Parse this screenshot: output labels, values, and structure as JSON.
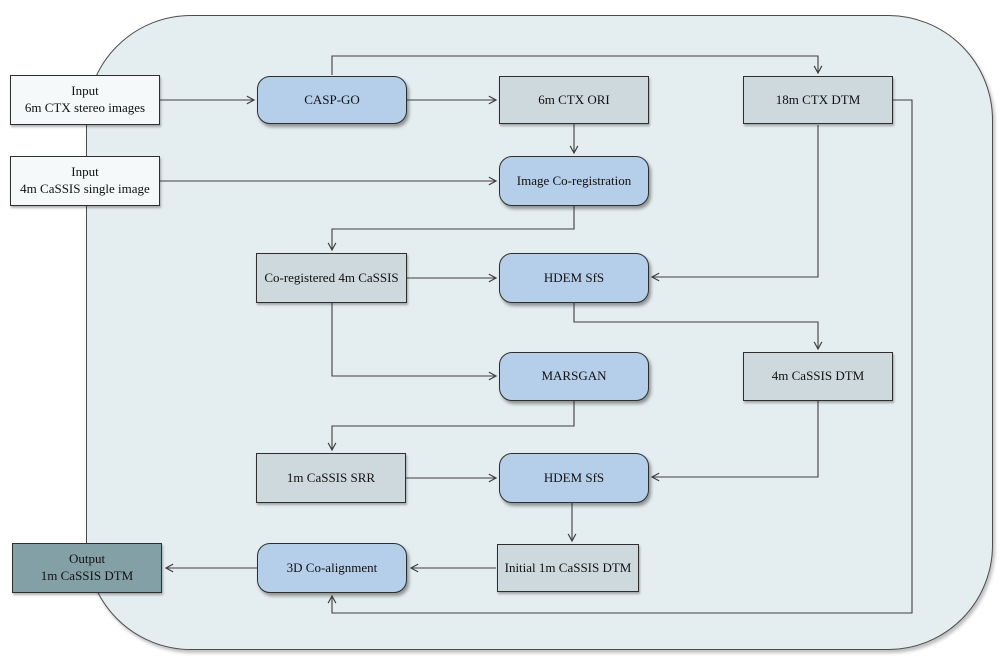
{
  "diagram": {
    "type": "flowchart",
    "description": "CaSSIS 1m DTM production pipeline",
    "colors": {
      "canvas_background": "#ffffff",
      "boundary_fill": "#e4edf0",
      "input_fill": "#f5f9f9",
      "data_fill": "#cdd9dd",
      "process_fill": "#b5cee9",
      "output_fill": "#84a0a7",
      "border": "#2e2e2e",
      "arrow": "#3f3f3f"
    },
    "nodes": [
      {
        "id": "input-ctx-stereo",
        "type": "input",
        "lines": [
          "Input",
          "6m CTX stereo images"
        ]
      },
      {
        "id": "casp-go",
        "type": "process",
        "label": "CASP-GO"
      },
      {
        "id": "ctx-ori-6m",
        "type": "data",
        "label": "6m CTX ORI"
      },
      {
        "id": "ctx-dtm-18m",
        "type": "data",
        "label": "18m CTX DTM"
      },
      {
        "id": "input-cassis-single",
        "type": "input",
        "lines": [
          "Input",
          "4m CaSSIS single image"
        ]
      },
      {
        "id": "image-co-registration",
        "type": "process",
        "label": "Image Co-registration"
      },
      {
        "id": "co-registered-cassis",
        "type": "data",
        "label": "Co-registered 4m CaSSIS"
      },
      {
        "id": "hdem-sfs-1",
        "type": "process",
        "label": "HDEM SfS"
      },
      {
        "id": "marsgan",
        "type": "process",
        "label": "MARSGAN"
      },
      {
        "id": "cassis-dtm-4m",
        "type": "data",
        "label": "4m CaSSIS DTM"
      },
      {
        "id": "cassis-srr-1m",
        "type": "data",
        "label": "1m CaSSIS SRR"
      },
      {
        "id": "hdem-sfs-2",
        "type": "process",
        "label": "HDEM SfS"
      },
      {
        "id": "co-alignment-3d",
        "type": "process",
        "label": "3D Co-alignment"
      },
      {
        "id": "initial-cassis-dtm-1m",
        "type": "data",
        "label": "Initial 1m CaSSIS DTM"
      },
      {
        "id": "output-cassis-dtm-1m",
        "type": "output",
        "lines": [
          "Output",
          "1m CaSSIS DTM"
        ]
      }
    ],
    "edges": [
      {
        "from": "input-ctx-stereo",
        "to": "casp-go"
      },
      {
        "from": "casp-go",
        "to": "ctx-ori-6m"
      },
      {
        "from": "casp-go",
        "to": "ctx-dtm-18m"
      },
      {
        "from": "ctx-ori-6m",
        "to": "image-co-registration"
      },
      {
        "from": "input-cassis-single",
        "to": "image-co-registration"
      },
      {
        "from": "image-co-registration",
        "to": "co-registered-cassis"
      },
      {
        "from": "co-registered-cassis",
        "to": "hdem-sfs-1"
      },
      {
        "from": "ctx-dtm-18m",
        "to": "hdem-sfs-1"
      },
      {
        "from": "hdem-sfs-1",
        "to": "cassis-dtm-4m"
      },
      {
        "from": "co-registered-cassis",
        "to": "marsgan"
      },
      {
        "from": "marsgan",
        "to": "cassis-srr-1m"
      },
      {
        "from": "cassis-srr-1m",
        "to": "hdem-sfs-2"
      },
      {
        "from": "cassis-dtm-4m",
        "to": "hdem-sfs-2"
      },
      {
        "from": "hdem-sfs-2",
        "to": "initial-cassis-dtm-1m"
      },
      {
        "from": "initial-cassis-dtm-1m",
        "to": "co-alignment-3d"
      },
      {
        "from": "co-alignment-3d",
        "to": "output-cassis-dtm-1m"
      },
      {
        "from": "ctx-dtm-18m",
        "to": "co-alignment-3d"
      }
    ]
  }
}
